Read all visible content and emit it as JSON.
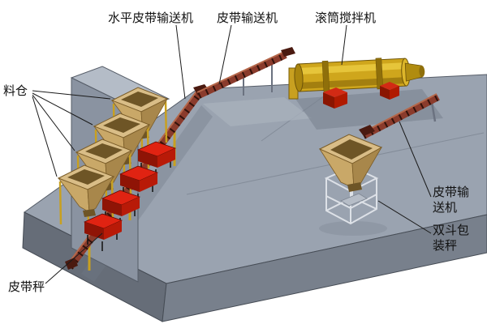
{
  "diagram": {
    "type": "3d-equipment-layout",
    "labels": {
      "horizontal_belt_conveyor": "水平皮带输送机",
      "belt_conveyor_top": "皮带输送机",
      "drum_mixer": "滚筒搅拌机",
      "silo": "料仓",
      "belt_conveyor_right": {
        "line1": "皮带输",
        "line2": "送机"
      },
      "double_hopper_packing_scale": {
        "line1": "双斗包",
        "line2": "装秤"
      },
      "belt_scale": "皮带秤"
    },
    "colors": {
      "platform_top": "#9aa3b0",
      "platform_front": "#666d78",
      "platform_side": "#78808c",
      "wall_top": "#b4bcc7",
      "wall_face": "#8a93a1",
      "hopper_light": "#d9bd87",
      "hopper_mid": "#c9a868",
      "hopper_shade": "#a8874b",
      "hopper_inner": "#6e5526",
      "conveyor_red_brown": "#8a3b2c",
      "conveyor_lattice": "#240c06",
      "feeder_red": "#e02312",
      "feeder_dark_red": "#8f1406",
      "support_yellow": "#c8a020",
      "mixer_gold": "#cfa61c",
      "mixer_shade": "#97760c",
      "stand_frame": "#dde1e7",
      "label_text": "#111111"
    }
  }
}
